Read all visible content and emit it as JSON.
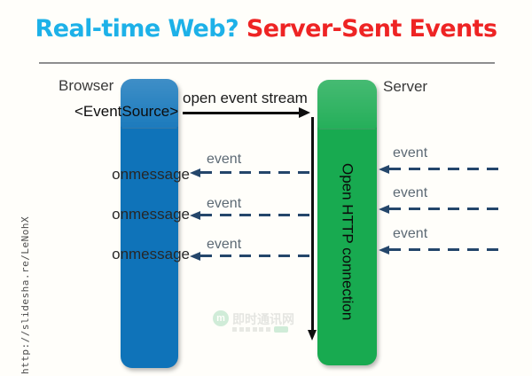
{
  "title": {
    "part1": "Real-time Web?",
    "part2": "Server-Sent Events"
  },
  "browser": {
    "label": "Browser",
    "event_source": "<EventSource>",
    "handlers": [
      "onmessage",
      "onmessage",
      "onmessage"
    ]
  },
  "server": {
    "label": "Server",
    "open_connection": "Open HTTP connection"
  },
  "stream_arrow": {
    "label": "open event stream"
  },
  "left_events": [
    "event",
    "event",
    "event"
  ],
  "right_events": [
    "event",
    "event",
    "event"
  ],
  "footer_url": "http://slidesha.re/LeNohX",
  "watermark": {
    "logo_letter": "m",
    "text": "即时通讯网"
  },
  "colors": {
    "title_cyan": "#1db1e8",
    "title_red": "#ee2424",
    "bar_blue": "#0f73b9",
    "bar_green": "#18aa50",
    "dash_navy": "#24466b",
    "event_gray": "#5d6a75",
    "arrow_black": "#0e0e0e",
    "divider_gray": "#8e8e8e"
  }
}
